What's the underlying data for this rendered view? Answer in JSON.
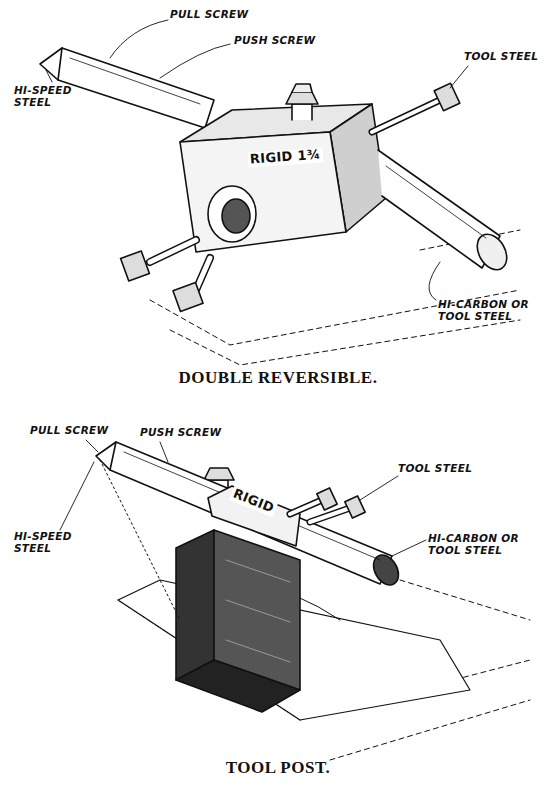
{
  "diagram": {
    "labels": [
      "PULL SCREW",
      "PUSH SCREW",
      "HI-SPEED STEEL",
      "TOOL STEEL",
      "RIGID 1¾",
      "HI-CARBON OR TOOL STEEL",
      "DOUBLE REVERSIBLE.",
      "PULL SCREW",
      "PUSH SCREW",
      "HI-SPEED STEEL",
      "TOOL STEEL",
      "RIGID",
      "HI-CARBON OR TOOL STEEL",
      "TOOL POST."
    ]
  }
}
